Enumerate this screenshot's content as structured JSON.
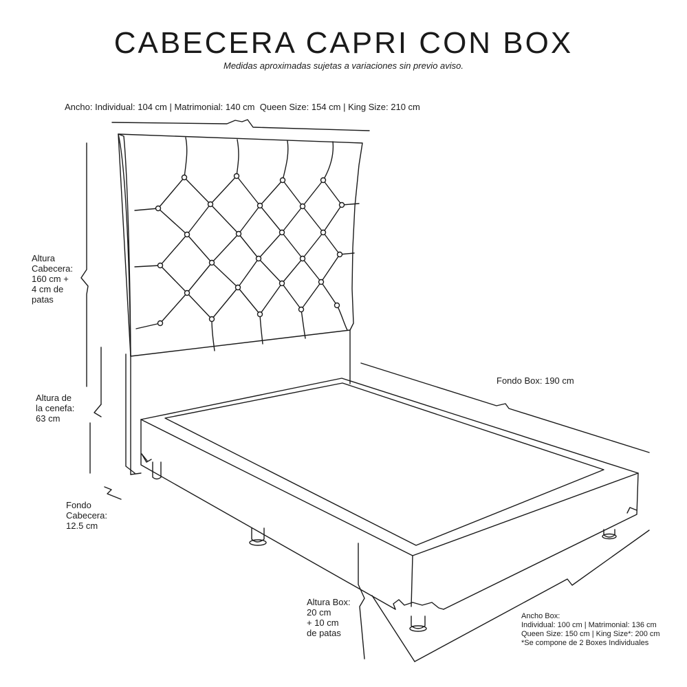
{
  "title": "CABECERA CAPRI CON BOX",
  "subtitle": "Medidas aproximadas sujetas a variaciones sin previo aviso.",
  "labels": {
    "ancho": "Ancho: Individual: 104 cm | Matrimonial: 140 cm  Queen Size: 154 cm | King Size: 210 cm",
    "altura_cabecera": "Altura\nCabecera:\n160 cm +\n4 cm de\npatas",
    "altura_cenefa": "Altura de\nla cenefa:\n63 cm",
    "fondo_cabecera": "Fondo\nCabecera:\n12.5 cm",
    "fondo_box": "Fondo Box: 190 cm",
    "altura_box": "Altura Box:\n20 cm\n+ 10 cm\nde patas",
    "ancho_box": "Ancho Box:\nIndividual: 100 cm | Matrimonial: 136 cm\nQueen Size: 150 cm | King Size*: 200 cm\n*Se compone de 2 Boxes Individuales"
  },
  "colors": {
    "line": "#1a1a1a",
    "background": "#ffffff"
  },
  "icons": [
    "headboard-drawing",
    "box-base-drawing",
    "dimension-lines"
  ]
}
